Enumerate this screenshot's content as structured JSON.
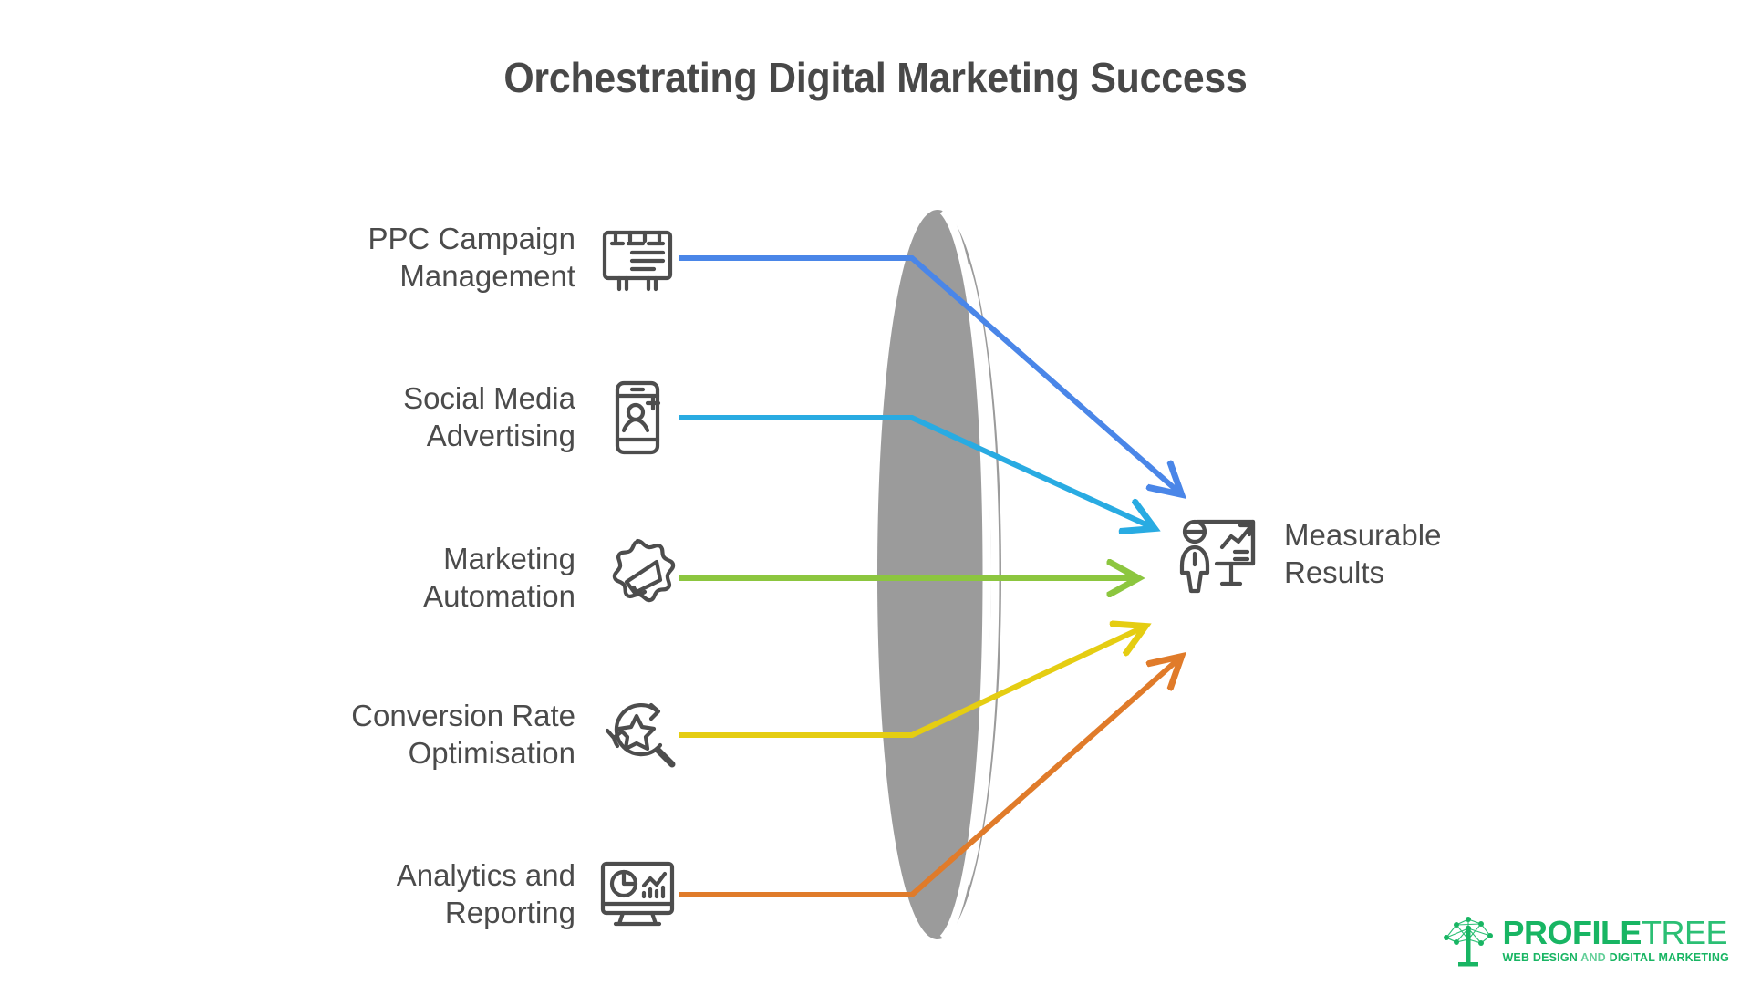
{
  "title": "Orchestrating Digital Marketing Success",
  "colors": {
    "title_text": "#484848",
    "label_text": "#4b4b4b",
    "icon_stroke": "#4d4d4d",
    "lens_gray": "#9b9b9b",
    "background": "#ffffff",
    "flow_1": "#4a86e8",
    "flow_2": "#29abe2",
    "flow_3": "#8cc63f",
    "flow_4": "#e5cd12",
    "flow_5": "#e07b2a",
    "brand_green": "#18b563"
  },
  "center_shape": {
    "name": "lens-ellipse",
    "fill": "#9b9b9b",
    "stripes": 2,
    "stripe_color": "#ffffff"
  },
  "inputs": [
    {
      "id": "ppc-campaign-management",
      "label": "PPC Campaign\nManagement",
      "icon": "billboard-icon",
      "color": "#4a86e8"
    },
    {
      "id": "social-media-advertising",
      "label": "Social Media\nAdvertising",
      "icon": "smartphone-add-user-icon",
      "color": "#29abe2"
    },
    {
      "id": "marketing-automation",
      "label": "Marketing\nAutomation",
      "icon": "gear-megaphone-icon",
      "color": "#8cc63f"
    },
    {
      "id": "conversion-rate-optimisation",
      "label": "Conversion Rate\nOptimisation",
      "icon": "magnifier-star-refresh-icon",
      "color": "#e5cd12"
    },
    {
      "id": "analytics-and-reporting",
      "label": "Analytics and\nReporting",
      "icon": "monitor-charts-icon",
      "color": "#e07b2a"
    }
  ],
  "output": {
    "id": "measurable-results",
    "label": "Measurable\nResults",
    "icon": "presenter-chart-board-icon"
  },
  "logo": {
    "word_bold": "PROFILE",
    "word_light": "TREE",
    "tagline_strong_1": "WEB DESIGN",
    "tagline_soft": "AND",
    "tagline_strong_2": "DIGITAL MARKETING",
    "mark": "network-tree-icon"
  }
}
